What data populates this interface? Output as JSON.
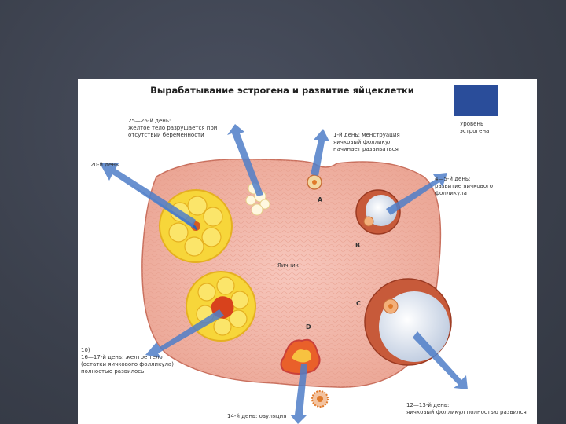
{
  "title": "Вырабатывание эстрогена и развитие яйцеклетки",
  "legend": {
    "label": "Уровень\nэстрогена",
    "color": "#2a4d9a"
  },
  "ovary_label": "Яичник",
  "letters": [
    "A",
    "B",
    "C",
    "D"
  ],
  "stages": {
    "day1": "1-й день: менструация\nяичковый фолликул\nначинает развиваться",
    "day4_5": "4—5-й день:\nразвитие яичкового\nфолликула",
    "day12_13": "12—13-й день:\nяичковый фолликул полностью развился",
    "day14": "14-й день: овуляция",
    "day16_17": "10)\n16—17-й день: желтое тело\n(остатки яичкового фолликула)\nполностью развилось",
    "day20": "20-й день",
    "day25_26": "25—26-й день:\nжелтое тело разрушается при\nотсутствии беременности"
  }
}
